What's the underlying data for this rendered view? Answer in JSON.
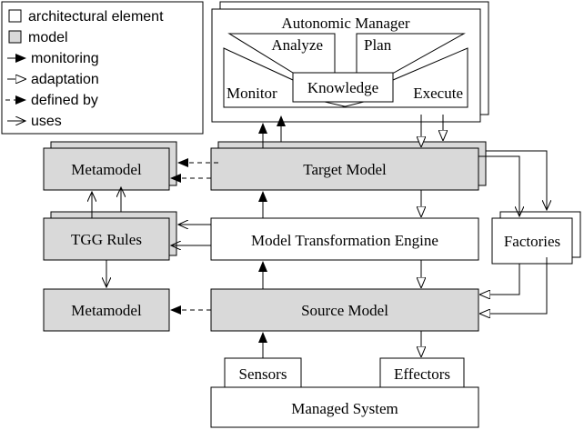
{
  "legend": {
    "architectural_element": "architectural element",
    "model": "model",
    "monitoring": "monitoring",
    "adaptation": "adaptation",
    "defined_by": "defined by",
    "uses": "uses"
  },
  "autonomic_manager": {
    "title": "Autonomic Manager",
    "analyze": "Analyze",
    "plan": "Plan",
    "monitor": "Monitor",
    "knowledge": "Knowledge",
    "execute": "Execute"
  },
  "nodes": {
    "target_model": "Target Model",
    "metamodel_top": "Metamodel",
    "tgg_rules": "TGG Rules",
    "model_transformation_engine": "Model Transformation Engine",
    "factories": "Factories",
    "metamodel_bottom": "Metamodel",
    "source_model": "Source Model",
    "sensors": "Sensors",
    "effectors": "Effectors",
    "managed_system": "Managed System"
  },
  "colors": {
    "model_fill": "#d9d9d9",
    "element_fill": "#ffffff",
    "stroke": "#000000"
  }
}
